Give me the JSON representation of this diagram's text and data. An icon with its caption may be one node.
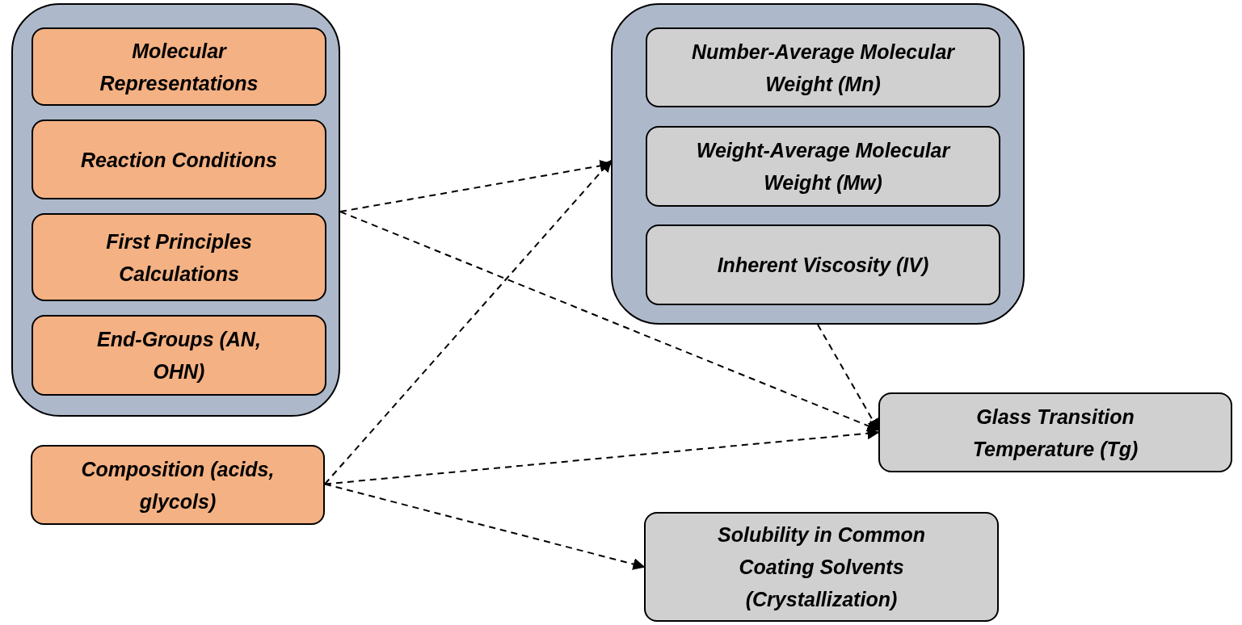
{
  "diagram": {
    "nodes": [
      {
        "text": [],
        "shape": "box"
      },
      {
        "text": [
          "Molecular Representations"
        ],
        "in": 0
      },
      {
        "text": [
          "Reaction Conditions"
        ],
        "in": 0
      },
      {
        "text": [
          "First Principles Calculations"
        ],
        "in": 0
      },
      {
        "text": [
          "End-Groups (AN, OHN)"
        ],
        "in": 0
      },
      {
        "text": [
          "Composition (acids, glycols)"
        ]
      },
      {
        "text": [],
        "shape": "box"
      },
      {
        "text": [
          "Number-Average Molecular Weight (Mn)"
        ],
        "in": 6
      },
      {
        "text": [
          "Weight-Average Molecular Weight (Mw)"
        ],
        "in": 6
      },
      {
        "text": [
          "Inherent Viscosity (IV)"
        ],
        "in": 6
      },
      {
        "text": [
          "Glass Transition Temperature (Tg)"
        ]
      },
      {
        "text": [
          "Solubility in Common Coating Solvents (Crystallization)"
        ]
      }
    ],
    "edges": [
      {
        "from": 0,
        "to": 6,
        "arrow": "to",
        "style": "dashed"
      },
      {
        "from": 0,
        "to": 10,
        "arrow": "to",
        "style": "dashed"
      },
      {
        "from": 5,
        "to": 6,
        "arrow": "to",
        "style": "dashed"
      },
      {
        "from": 5,
        "to": 10,
        "arrow": "to",
        "style": "dashed"
      },
      {
        "from": 5,
        "to": 11,
        "arrow": "to",
        "style": "dashed"
      },
      {
        "from": 6,
        "to": 10,
        "arrow": "to",
        "style": "dashed"
      }
    ]
  }
}
